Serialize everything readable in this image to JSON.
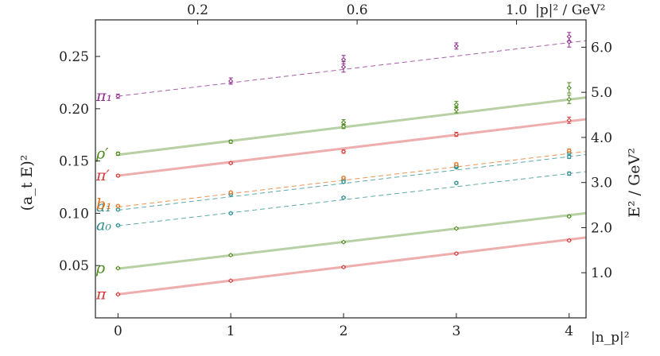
{
  "chart_data": {
    "type": "scatter",
    "x_label": "|n_p|²",
    "y_label": "(a_t E)²",
    "top_axis_label": "|p|² / GeV²",
    "right_axis_label": "E² / GeV²",
    "xlim": [
      -0.2,
      4.15
    ],
    "ylim": [
      0.0,
      0.285
    ],
    "x_ticks": [
      0,
      1,
      2,
      3,
      4
    ],
    "y_ticks": [
      0.05,
      0.1,
      0.15,
      0.2,
      0.25
    ],
    "y_tick_labels": [
      "0.05",
      "0.10",
      "0.15",
      "0.20",
      "0.25"
    ],
    "top_ticks": [
      0.2,
      0.6,
      1.0
    ],
    "top_tick_labels": [
      "0.2",
      "0.6",
      "1.0"
    ],
    "top_scale_gev2_per_unit": 0.283,
    "right_ticks": [
      1.0,
      2.0,
      3.0,
      4.0,
      5.0,
      6.0
    ],
    "right_tick_labels": [
      "1.0",
      "2.0",
      "3.0",
      "4.0",
      "5.0",
      "6.0"
    ],
    "right_scale_gev2_per_unit": 23.18,
    "grid": false,
    "series": [
      {
        "name": "π",
        "color": "#d73434",
        "line": "solid",
        "fit": [
          0.0225,
          0.0131
        ],
        "points": [
          [
            0,
            0.0225,
            0.0008
          ],
          [
            1,
            0.0355,
            0.0008
          ],
          [
            2,
            0.0485,
            0.0008
          ],
          [
            3,
            0.0615,
            0.0008
          ],
          [
            4,
            0.074,
            0.0008
          ]
        ]
      },
      {
        "name": "ρ",
        "color": "#4b8a1c",
        "line": "solid",
        "fit": [
          0.047,
          0.0128
        ],
        "points": [
          [
            0,
            0.0475,
            0.0008
          ],
          [
            1,
            0.06,
            0.0008
          ],
          [
            2,
            0.0725,
            0.0008
          ],
          [
            3,
            0.0855,
            0.0008
          ],
          [
            4,
            0.097,
            0.001
          ]
        ]
      },
      {
        "name": "a₀",
        "color": "#2a8b8b",
        "line": "dashed",
        "fit": [
          0.088,
          0.0125
        ],
        "points": [
          [
            0,
            0.0885,
            0.001
          ],
          [
            1,
            0.1,
            0.001
          ],
          [
            2,
            0.115,
            0.001
          ],
          [
            2,
            0.132,
            0.001
          ],
          [
            3,
            0.129,
            0.0012
          ],
          [
            3,
            0.144,
            0.0012
          ],
          [
            4,
            0.138,
            0.0015
          ],
          [
            4,
            0.154,
            0.0015
          ]
        ]
      },
      {
        "name": "a₁",
        "color": "#2a8b8b",
        "line": "dashed",
        "fit": [
          0.103,
          0.0128
        ],
        "points": [
          [
            0,
            0.1035,
            0.001
          ],
          [
            1,
            0.118,
            0.001
          ],
          [
            2,
            0.13,
            0.0012
          ],
          [
            3,
            0.145,
            0.0012
          ],
          [
            4,
            0.158,
            0.0015
          ]
        ]
      },
      {
        "name": "b₁",
        "color": "#e0701a",
        "line": "dashed",
        "fit": [
          0.106,
          0.0128
        ],
        "points": [
          [
            0,
            0.107,
            0.001
          ],
          [
            1,
            0.12,
            0.001
          ],
          [
            2,
            0.134,
            0.0012
          ],
          [
            3,
            0.147,
            0.0012
          ],
          [
            4,
            0.16,
            0.0015
          ]
        ]
      },
      {
        "name": "π′",
        "color": "#d73434",
        "line": "solid",
        "fit": [
          0.136,
          0.013
        ],
        "points": [
          [
            0,
            0.136,
            0.001
          ],
          [
            1,
            0.148,
            0.001
          ],
          [
            2,
            0.159,
            0.0015
          ],
          [
            3,
            0.1755,
            0.002
          ],
          [
            4,
            0.189,
            0.003
          ]
        ]
      },
      {
        "name": "ρ′",
        "color": "#4b8a1c",
        "line": "solid",
        "fit": [
          0.156,
          0.0132
        ],
        "points": [
          [
            0,
            0.157,
            0.0015
          ],
          [
            1,
            0.1685,
            0.0015
          ],
          [
            2,
            0.183,
            0.002
          ],
          [
            2,
            0.187,
            0.0025
          ],
          [
            3,
            0.199,
            0.003
          ],
          [
            3,
            0.204,
            0.003
          ],
          [
            4,
            0.209,
            0.004
          ],
          [
            4,
            0.22,
            0.005
          ]
        ]
      },
      {
        "name": "π₁",
        "color": "#8e2a8e",
        "line": "dashed",
        "fit": [
          0.212,
          0.0128
        ],
        "points": [
          [
            0,
            0.212,
            0.002
          ],
          [
            1,
            0.2265,
            0.003
          ],
          [
            2,
            0.24,
            0.005
          ],
          [
            2,
            0.247,
            0.004
          ],
          [
            3,
            0.26,
            0.003
          ],
          [
            4,
            0.264,
            0.005
          ],
          [
            4,
            0.269,
            0.004
          ]
        ]
      }
    ]
  }
}
